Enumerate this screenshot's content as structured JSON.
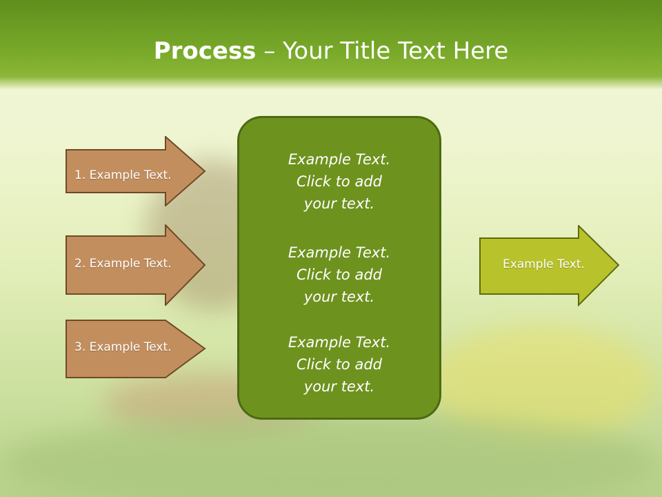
{
  "slide": {
    "title_bold": "Process",
    "title_rest": " – Your Title Text Here",
    "left_arrows": [
      {
        "label": "1. Example Text."
      },
      {
        "label": "2. Example Text."
      },
      {
        "label": "3. Example Text."
      }
    ],
    "center_blocks": [
      {
        "lines": [
          "Example Text.",
          "Click  to add",
          "your text."
        ]
      },
      {
        "lines": [
          "Example Text.",
          "Click  to add",
          "your text."
        ]
      },
      {
        "lines": [
          "Example Text.",
          "Click  to add",
          "your text."
        ]
      }
    ],
    "right_arrow": {
      "label": "Example Text."
    },
    "colors": {
      "title_bar": "#6f9e22",
      "left_arrow_fill": "#c38e5e",
      "left_arrow_stroke": "#6e4a26",
      "center_fill": "#6e921e",
      "right_arrow_fill": "#b8c22a",
      "right_arrow_stroke": "#5b6a10"
    }
  }
}
